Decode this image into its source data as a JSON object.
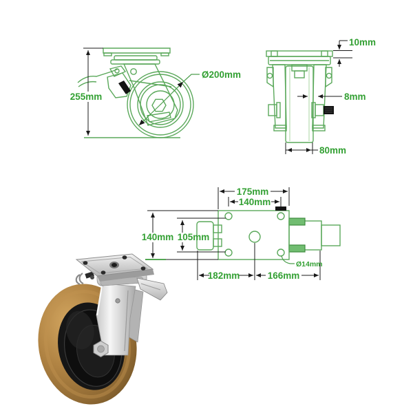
{
  "page": {
    "title": "Swivel castor dimension diagram",
    "background": "#ffffff"
  },
  "views": {
    "side": {
      "labels": {
        "height": "255mm",
        "wheel_diameter": "Ø200mm"
      }
    },
    "front": {
      "labels": {
        "plate_thickness": "10mm",
        "bracket_thickness": "8mm",
        "wheel_width": "80mm"
      }
    },
    "plan": {
      "labels": {
        "plate_length": "175mm",
        "bolt_centres_length": "140mm",
        "plate_width": "140mm",
        "bolt_centres_width": "105mm",
        "trailing_offset": "182mm",
        "leading_offset": "166mm",
        "bolt_hole_diameter": "Ø14mm"
      }
    }
  },
  "colors": {
    "dimension_text": "#33a033",
    "drawing_line": "#5aa85a",
    "drawing_fill": "#e7f4e2",
    "dimension_line": "#1a1a1a",
    "wheel_tread": "#a87c3e",
    "wheel_hub": "#161616",
    "bracket_metal": "#d9d9d9"
  }
}
